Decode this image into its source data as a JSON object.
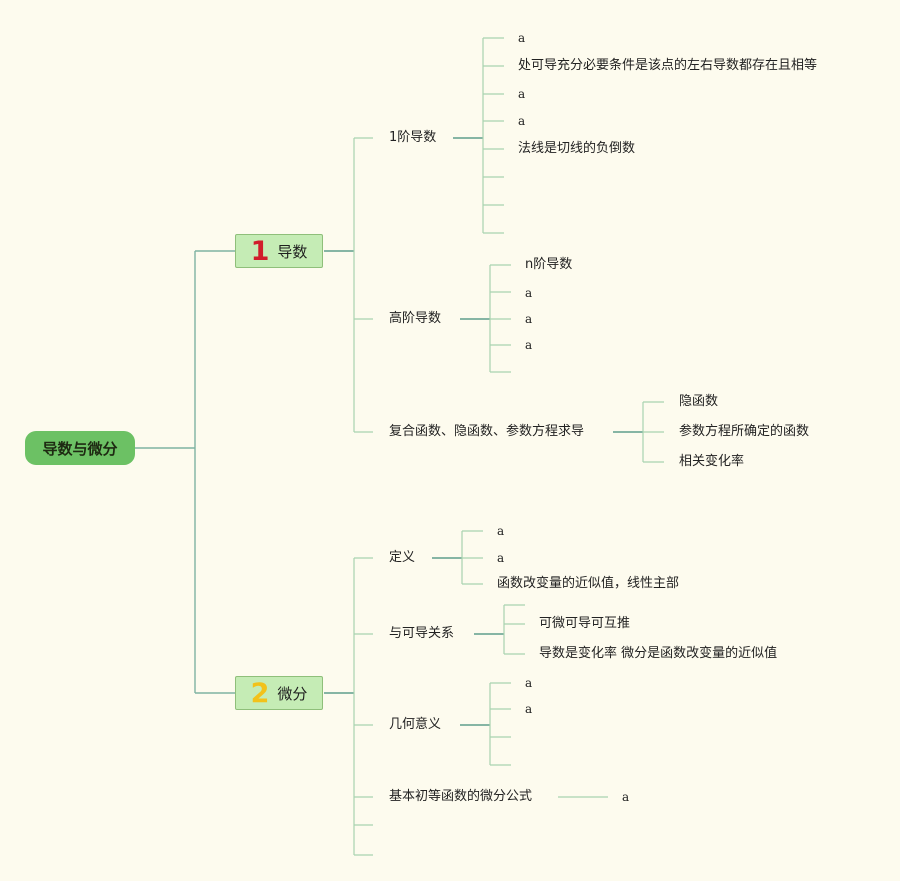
{
  "root": "导数与微分",
  "branches": [
    {
      "number": "1",
      "label": "导数",
      "number_color": "#d11e2b"
    },
    {
      "number": "2",
      "label": "微分",
      "number_color": "#f2c21a"
    }
  ],
  "derivative": {
    "first_order": {
      "label": "1阶导数",
      "items": [
        "a",
        "处可导充分必要条件是该点的左右导数都存在且相等",
        "a",
        "a",
        "法线是切线的负倒数"
      ]
    },
    "higher_order": {
      "label": "高阶导数",
      "items": [
        "n阶导数",
        "a",
        "a",
        "a"
      ]
    },
    "composite": {
      "label": "复合函数、隐函数、参数方程求导",
      "items": [
        "隐函数",
        "参数方程所确定的函数",
        "相关变化率"
      ]
    }
  },
  "differential": {
    "definition": {
      "label": "定义",
      "items": [
        "a",
        "a",
        "函数改变量的近似值，线性主部"
      ]
    },
    "relation": {
      "label": "与可导关系",
      "items": [
        "可微可导可互推",
        "导数是变化率 微分是函数改变量的近似值"
      ]
    },
    "geometry": {
      "label": "几何意义",
      "items": [
        "a",
        "a"
      ]
    },
    "formula": {
      "label": "基本初等函数的微分公式",
      "items": [
        "a"
      ]
    }
  },
  "colors": {
    "background": "#fdfbee",
    "root_fill": "#6cc164",
    "branch_fill": "#c5ecb5",
    "main_line": "#5e9e8c",
    "leaf_line": "#a9d3b0"
  }
}
